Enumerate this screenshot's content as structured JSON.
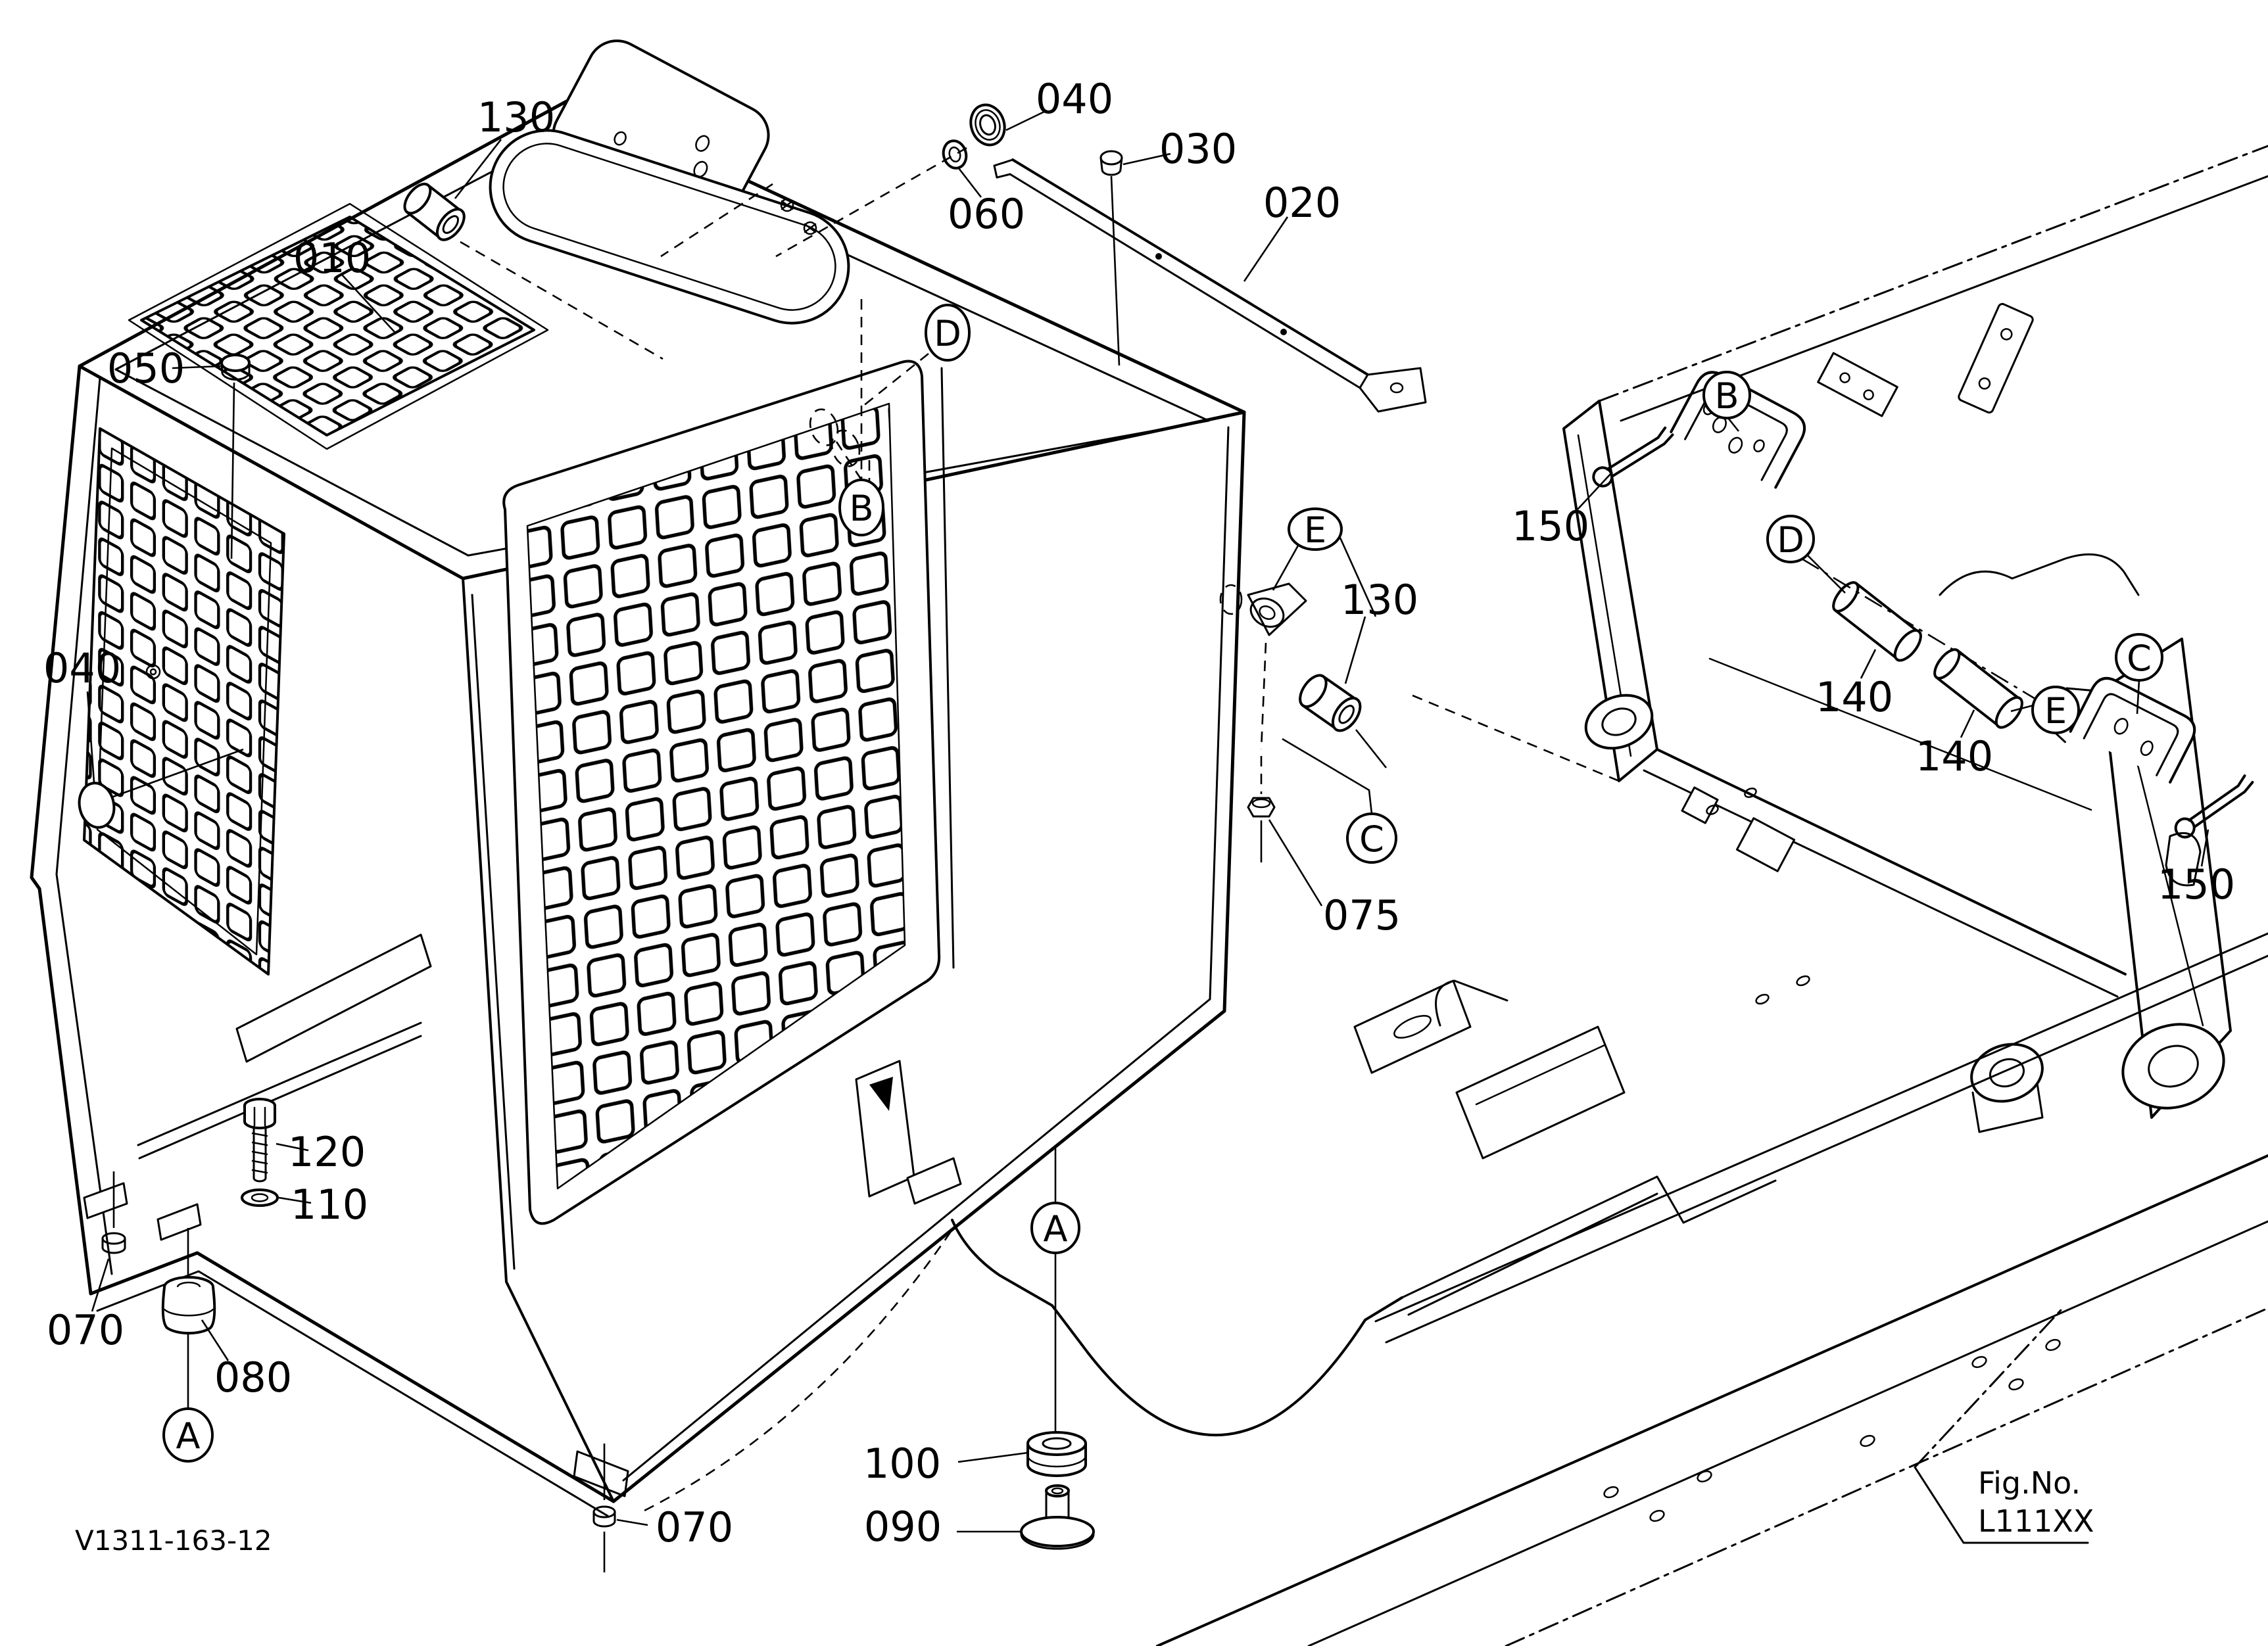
{
  "meta": {
    "drawing_code": "V1311-163-12",
    "fig_label": "Fig.No.",
    "fig_value": "L111XX"
  },
  "labels": {
    "p010": "010",
    "p020": "020",
    "p030": "030",
    "p040": "040",
    "p050": "050",
    "p060": "060",
    "p070": "070",
    "p075": "075",
    "p080": "080",
    "p090": "090",
    "p100": "100",
    "p110": "110",
    "p120": "120",
    "p130": "130",
    "p140": "140",
    "p150": "150"
  },
  "refs": {
    "a": "A",
    "b": "B",
    "c": "C",
    "d": "D",
    "e": "E"
  },
  "colors": {
    "line": "#000000",
    "background": "#ffffff"
  }
}
